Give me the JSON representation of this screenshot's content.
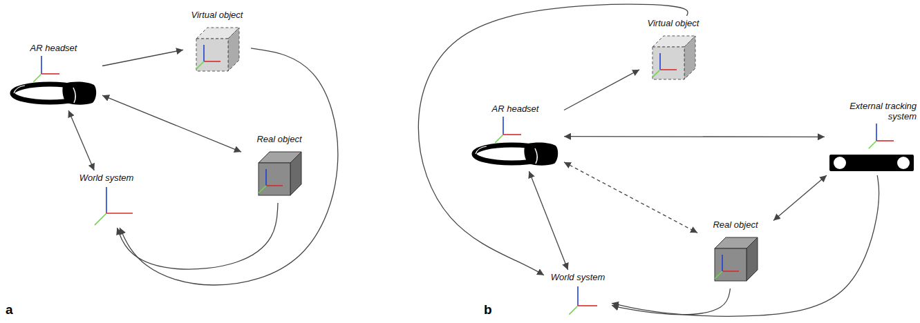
{
  "diagram": {
    "nodes": [
      {
        "text": [
          "AR headset"
        ]
      },
      {
        "text": [
          "Virtual object"
        ]
      },
      {
        "text": [
          "Real object"
        ]
      },
      {
        "text": [
          "World system"
        ]
      },
      {
        "text": [
          "Virtual object"
        ]
      },
      {
        "text": [
          "AR headset"
        ]
      },
      {
        "text": [
          "External tracking system"
        ]
      },
      {
        "text": [
          "Real object"
        ]
      },
      {
        "text": [
          "World system"
        ]
      }
    ],
    "edges": [
      {
        "from": 0,
        "to": 1,
        "arrow": "to"
      },
      {
        "from": 0,
        "to": 2,
        "arrow": "both"
      },
      {
        "from": 0,
        "to": 3,
        "arrow": "both"
      },
      {
        "from": 2,
        "to": 3,
        "arrow": "to"
      },
      {
        "from": 1,
        "to": 3,
        "arrow": "to"
      },
      {
        "from": 5,
        "to": 4,
        "arrow": "to"
      },
      {
        "from": 5,
        "to": 6,
        "arrow": "both"
      },
      {
        "from": 5,
        "to": 7,
        "arrow": "both"
      },
      {
        "from": 6,
        "to": 7,
        "arrow": "both"
      },
      {
        "from": 5,
        "to": 8,
        "arrow": "both"
      },
      {
        "from": 4,
        "to": 8,
        "arrow": "to"
      },
      {
        "from": 7,
        "to": 8,
        "arrow": "to"
      },
      {
        "from": 6,
        "to": 8,
        "arrow": "to"
      }
    ],
    "labels": [
      "a",
      "b"
    ]
  }
}
